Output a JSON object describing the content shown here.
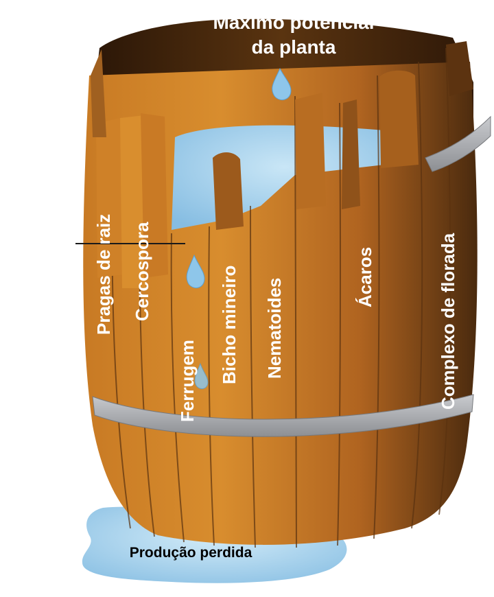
{
  "title": {
    "line1": "Máximo potencial",
    "line2": "da planta"
  },
  "staves": [
    {
      "key": "pragas",
      "label": "Pragas de raiz"
    },
    {
      "key": "cercospora",
      "label": "Cercospora"
    },
    {
      "key": "ferrugem",
      "label": "Ferrugem"
    },
    {
      "key": "bicho",
      "label": "Bicho mineiro"
    },
    {
      "key": "nematoides",
      "label": "Nematoides"
    },
    {
      "key": "acaros",
      "label": "Ácaros"
    },
    {
      "key": "florada",
      "label": "Complexo de florada"
    }
  ],
  "puddle_label": "Produção perdida",
  "colors": {
    "wood_light": "#d7892a",
    "wood_mid": "#b96c22",
    "wood_dark": "#7a4512",
    "wood_shadow": "#3b200a",
    "band": "#a7a9ad",
    "water": "#9cc9e6",
    "water_dark": "#6fa6cf",
    "label_on_wood": "#ffffff",
    "label_on_white": "#000000"
  }
}
